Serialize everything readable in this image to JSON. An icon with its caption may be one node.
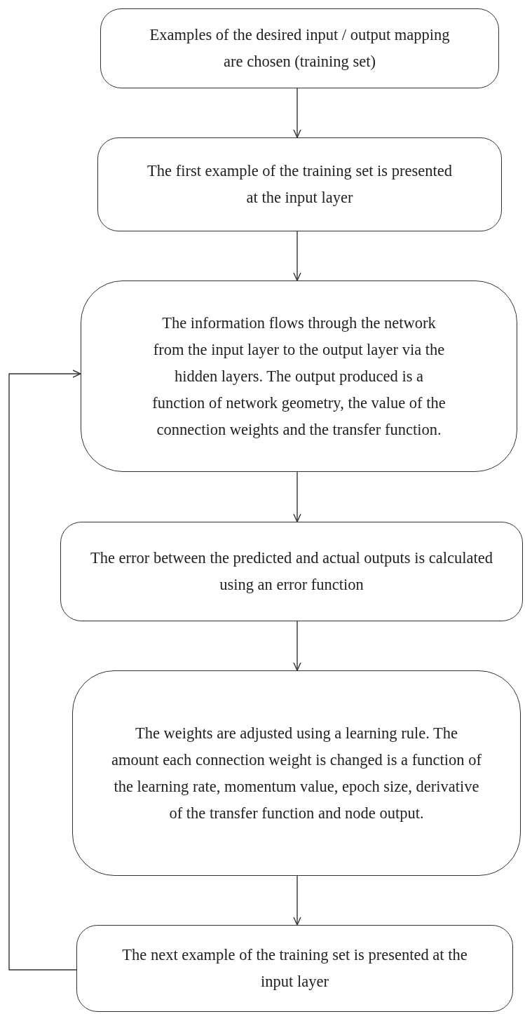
{
  "diagram": {
    "nodes": [
      {
        "text": [
          "Examples of the desired input / output mapping are chosen (training set)"
        ]
      },
      {
        "text": [
          "The first example of the training set is presented at the input layer"
        ]
      },
      {
        "text": [
          "The information flows through the network from the input layer to the output layer via the hidden layers.  The output produced is a function of network geometry, the value of the connection weights and the transfer function."
        ]
      },
      {
        "text": [
          "The error between the predicted and actual outputs is calculated using an error function"
        ]
      },
      {
        "text": [
          "The weights are adjusted using a learning rule.  The amount each connection weight is changed is a function of the learning rate, momentum value, epoch size, derivative of the transfer function and node output."
        ]
      },
      {
        "text": [
          "The next example of the training set is presented at the input layer"
        ]
      }
    ],
    "edges": [
      {
        "from": 0,
        "to": 1,
        "arrow": "to"
      },
      {
        "from": 1,
        "to": 2,
        "arrow": "to"
      },
      {
        "from": 2,
        "to": 3,
        "arrow": "to"
      },
      {
        "from": 3,
        "to": 4,
        "arrow": "to"
      },
      {
        "from": 4,
        "to": 5,
        "arrow": "to"
      },
      {
        "from": 5,
        "to": 2,
        "arrow": "to"
      }
    ]
  }
}
